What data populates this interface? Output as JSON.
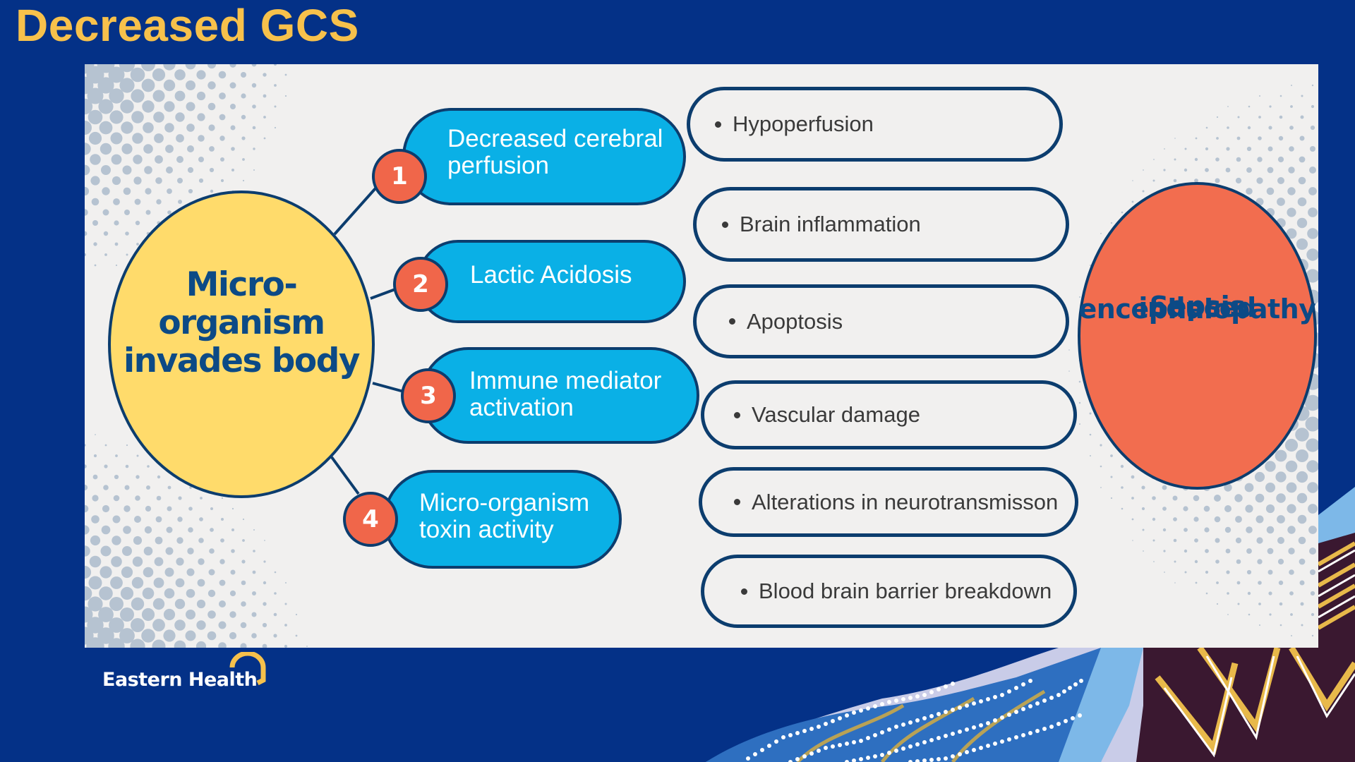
{
  "slide": {
    "title": "Decreased GCS"
  },
  "diagram": {
    "source": "Micro-organism invades body",
    "source_lines": [
      "Micro-",
      "organism",
      "invades body"
    ],
    "mechanisms": [
      {
        "number": "1",
        "label": "Decreased cerebral perfusion",
        "lines": [
          "Decreased cerebral",
          "perfusion"
        ]
      },
      {
        "number": "2",
        "label": "Lactic Acidosis",
        "lines": [
          "Lactic Acidosis"
        ]
      },
      {
        "number": "3",
        "label": "Immune mediator activation",
        "lines": [
          "Immune mediator",
          "activation"
        ]
      },
      {
        "number": "4",
        "label": "Micro-organism toxin activity",
        "lines": [
          "Micro-organism",
          "toxin activity"
        ]
      }
    ],
    "effects": [
      "Hypoperfusion",
      "Brain inflammation",
      "Apoptosis",
      "Vascular damage",
      "Alterations in neurotransmisson",
      "Blood brain barrier breakdown"
    ],
    "outcome": "Sepsis induced encephalopathy",
    "outcome_lines": [
      "Sepsis",
      "induced",
      "encephalopathy"
    ]
  },
  "branding": {
    "logo_text": "Eastern Health"
  },
  "colors": {
    "background": "#043187",
    "title": "#F7C14B",
    "panel": "#F1F0EF",
    "outline": "#0C3D6E",
    "source_fill": "#FFDB6B",
    "mechanism_fill": "#0AB0E6",
    "number_badge": "#F0664A",
    "outcome_fill": "#F26D4F",
    "text_dark_blue": "#0C4A86"
  }
}
